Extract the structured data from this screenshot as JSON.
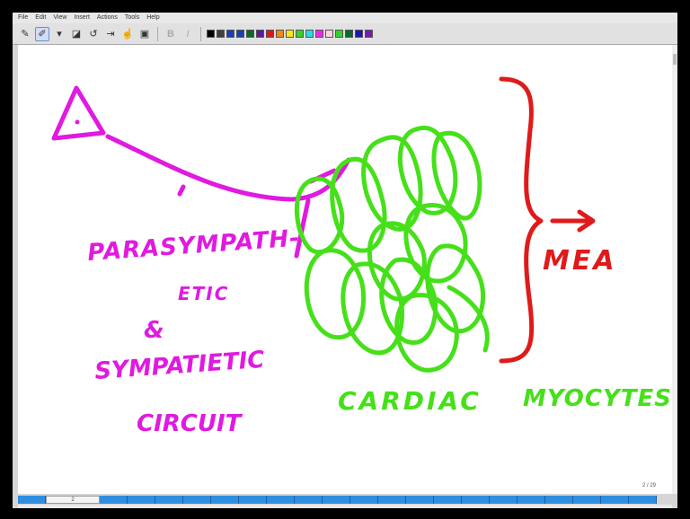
{
  "menu": [
    "File",
    "Edit",
    "View",
    "Insert",
    "Actions",
    "Tools",
    "Help"
  ],
  "toolbar": {
    "icons": [
      "pen-icon",
      "pen-select-icon",
      "dropdown-arrow-icon",
      "eraser-icon",
      "lasso-icon",
      "insert-space-icon",
      "hand-icon",
      "shapes-icon",
      "bold-icon",
      "italic-icon"
    ],
    "bold_label": "B",
    "italic_label": "I",
    "palette": [
      "#000000",
      "#404040",
      "#1a3fb5",
      "#1a3fb5",
      "#0a6a2a",
      "#5a1a9a",
      "#d81a1a",
      "#f08a1a",
      "#f4e81a",
      "#34d12a",
      "#2ad8e8",
      "#e82ae8",
      "#ffd0e6",
      "#34d12a",
      "#0a6a2a",
      "#1a1aa8",
      "#7a1aa8"
    ]
  },
  "ink": {
    "magenta": "#e01ae0",
    "green": "#46e01a",
    "red": "#e01a1a",
    "labels": {
      "parasympath": "PARASYMPATH-",
      "etic": "ETIC",
      "and": "&",
      "sympathetic": "SYMPATIETIC",
      "circuit": "CIRCUIT",
      "cardiac": "CARDIAC",
      "myocytes": "MYOCYTES",
      "mea": "MEA"
    }
  },
  "page_indicator": "2 / 29",
  "current_page": "2"
}
